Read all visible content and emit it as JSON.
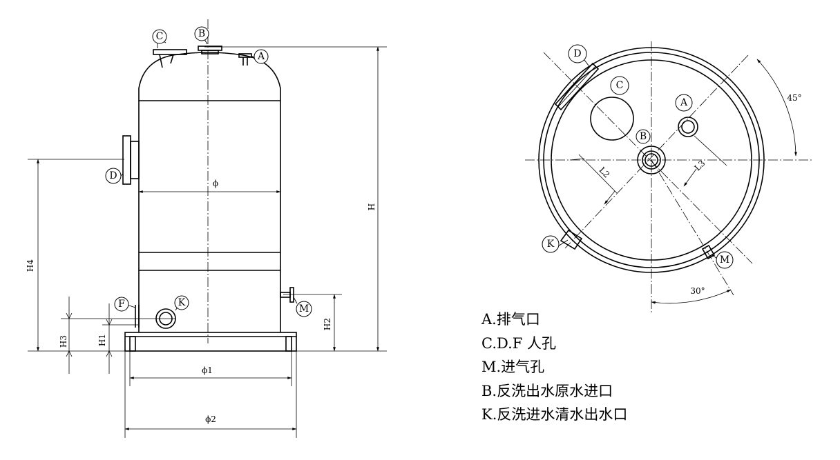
{
  "front_view": {
    "callouts": [
      "C",
      "B",
      "A",
      "D",
      "F",
      "K",
      "M"
    ],
    "dimensions": {
      "diameter": "ϕ",
      "base_diameter_1": "ϕ1",
      "base_diameter_2": "ϕ2",
      "height_total": "H",
      "h1": "H1",
      "h2": "H2",
      "h3": "H3",
      "h4": "H4"
    }
  },
  "top_view": {
    "callouts": [
      "D",
      "C",
      "A",
      "B",
      "K",
      "M"
    ],
    "dimensions": {
      "l2": "L2",
      "l3": "L3"
    },
    "angles": {
      "top": "45°",
      "bottom": "30°"
    }
  },
  "legend": [
    "A.排气口",
    "C.D.F 人孔",
    "M.进气孔",
    "B.反洗出水原水进口",
    "K.反洗进水清水出水口"
  ]
}
